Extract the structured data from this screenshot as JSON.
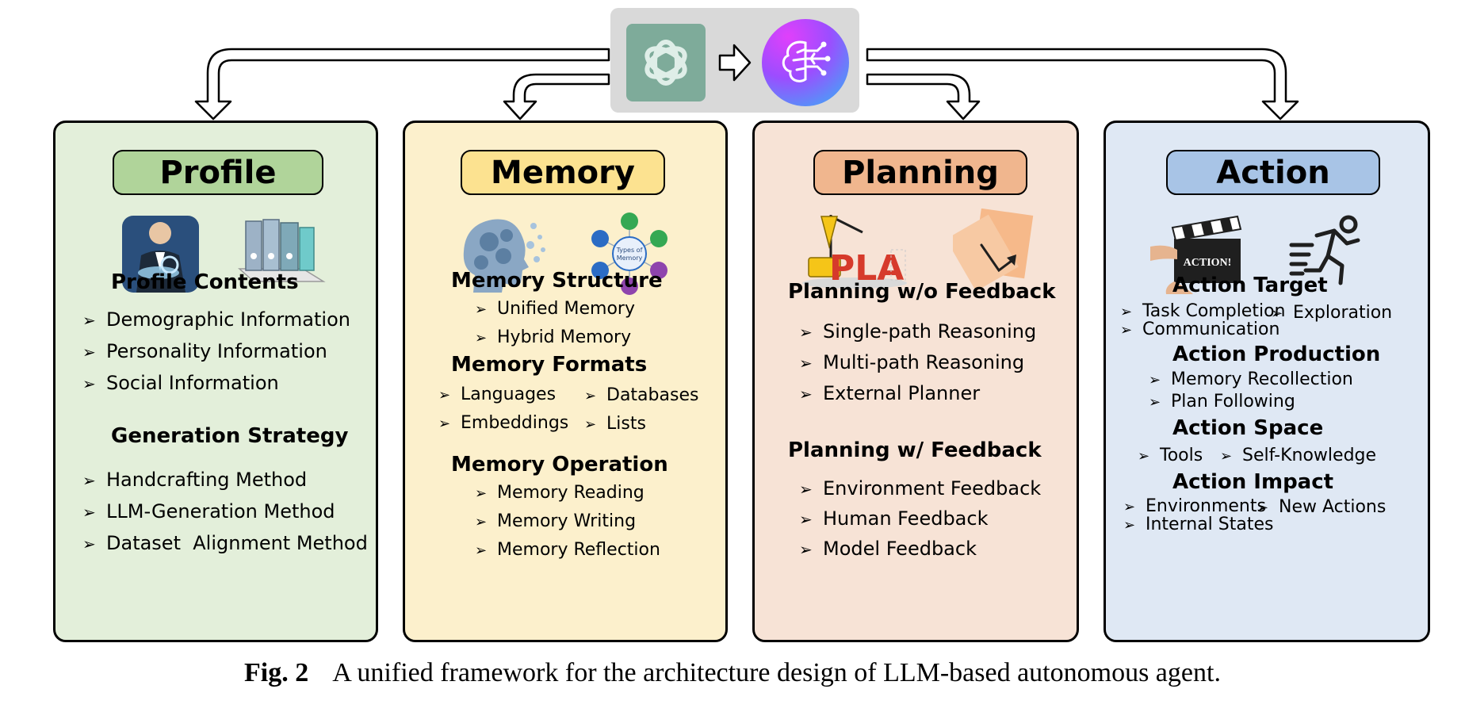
{
  "colors": {
    "profile_bg": "#e3efda",
    "profile_title": "#b0d49a",
    "memory_bg": "#fcf0cc",
    "memory_title": "#fce290",
    "planning_bg": "#f7e3d6",
    "planning_title": "#f0b68e",
    "action_bg": "#dfe8f4",
    "action_title": "#a8c4e6"
  },
  "hub": {
    "icons": [
      "openai-logo-icon",
      "right-arrow-icon",
      "ai-brain-icon"
    ]
  },
  "profile": {
    "title": "Profile",
    "icons": [
      "businessman-icon",
      "binders-laptop-icon"
    ],
    "contents_heading": "Profile Contents",
    "contents": [
      "Demographic Information",
      "Personality Information",
      "Social Information"
    ],
    "strategy_heading": "Generation Strategy",
    "strategy": [
      "Handcrafting Method",
      "LLM-Generation Method",
      "Dataset  Alignment Method"
    ]
  },
  "memory": {
    "title": "Memory",
    "icons": [
      "gear-head-icon",
      "types-of-memory-icon"
    ],
    "structure_heading": "Memory Structure",
    "structure": [
      "Unified Memory",
      "Hybrid Memory"
    ],
    "formats_heading": "Memory Formats",
    "formats": [
      "Languages",
      "Databases",
      "Embeddings",
      "Lists"
    ],
    "operation_heading": "Memory Operation",
    "operation": [
      "Memory Reading",
      "Memory Writing",
      "Memory Reflection"
    ],
    "types_label": "Types of Memory"
  },
  "planning": {
    "title": "Planning",
    "icons": [
      "crane-plan-icon",
      "documents-icon"
    ],
    "plan_word": "PLA",
    "without_heading": "Planning w/o Feedback",
    "without": [
      "Single-path Reasoning",
      "Multi-path Reasoning",
      "External Planner"
    ],
    "with_heading": "Planning w/ Feedback",
    "with": [
      "Environment Feedback",
      "Human Feedback",
      "Model Feedback"
    ]
  },
  "action": {
    "title": "Action",
    "icons": [
      "clapperboard-icon",
      "running-person-icon"
    ],
    "clapper_text": "ACTION!",
    "target_heading": "Action Target",
    "target": [
      "Task Completion",
      "Exploration",
      "Communication"
    ],
    "production_heading": "Action Production",
    "production": [
      "Memory Recollection",
      "Plan Following"
    ],
    "space_heading": "Action Space",
    "space": [
      "Tools",
      "Self-Knowledge"
    ],
    "impact_heading": "Action Impact",
    "impact": [
      "Environments",
      "New Actions",
      "Internal States"
    ]
  },
  "bullet": "➢",
  "caption": {
    "label": "Fig. 2",
    "text": "A unified framework for the architecture design of LLM-based autonomous agent."
  }
}
